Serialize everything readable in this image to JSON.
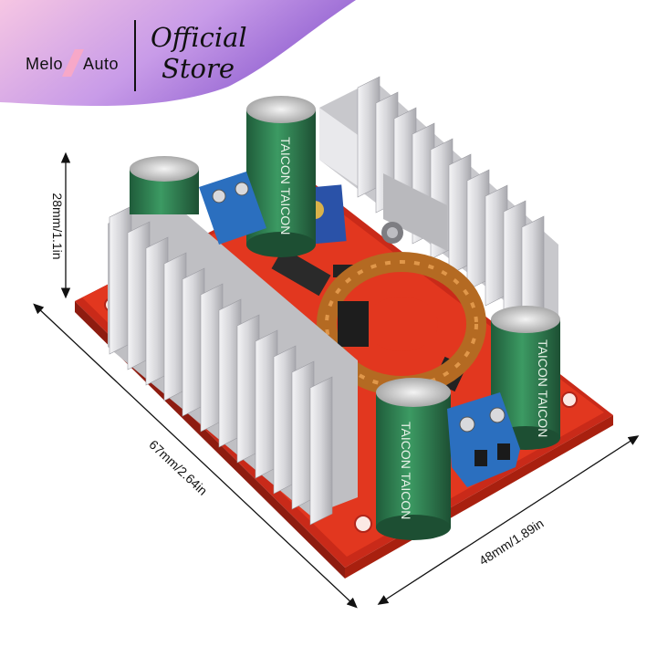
{
  "banner": {
    "brand_left": "Melo",
    "brand_right": "Auto",
    "store_line1": "Official",
    "store_line2": "Store",
    "colors": {
      "purple": "#a06bd6",
      "pink": "#f6c6e3"
    }
  },
  "dimensions": {
    "height": "28mm/1.1in",
    "length": "67mm/2.64in",
    "width": "48mm/1.89in"
  },
  "board": {
    "capacitor_text": "TAICON TAICON",
    "colors": {
      "pcb": "#d9301c",
      "capacitor": "#2f7a4f",
      "heatsink": "#cfcfd2",
      "terminal": "#2b6fbf",
      "copper": "#c47a2c"
    }
  }
}
